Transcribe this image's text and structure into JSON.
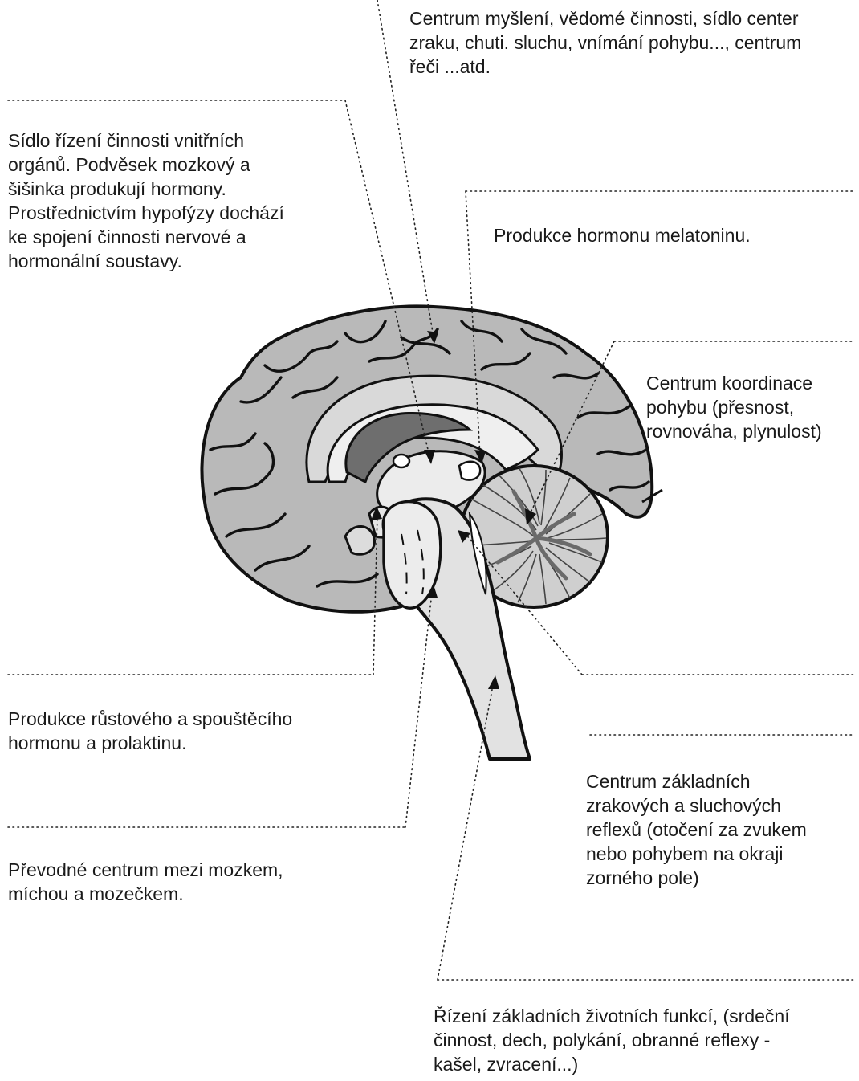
{
  "labels": {
    "cortex": "Centrum myšlení, vědomé činnosti, sídlo center\nzraku, chuti. sluchu, vnímání pohybu..., centrum\nřeči ...atd.",
    "hypothalamus": "Sídlo řízení činnosti vnitřních\norgánů. Podvěsek mozkový a\nšišinka produkují hormony.\nProstřednictvím hypofýzy dochází\nke spojení činnosti nervové a\nhormonální soustavy.",
    "pineal": "Produkce hormonu melatoninu.",
    "cerebellum": "Centrum koordinace\npohybu (přesnost,\nrovnováha, plynulost)",
    "pituitary": "Produkce růstového a spouštěcího\nhormonu a prolaktinu.",
    "midbrain": "Centrum základních\nzrakových a sluchových\nreflexů (otočení za zvukem\nnebo pohybem na okraji\nzorného pole)",
    "pons": "Převodné centrum mezi mozkem,\nmíchou a mozečkem.",
    "medulla": "Řízení základních životních funkcí, (srdeční\nčinnost, dech, polykání, obranné reflexy -\nkašel, zvracení...)"
  },
  "colors": {
    "cortex_fill": "#b9b9b9",
    "inner_fill": "#d9d9d9",
    "ventricle_fill": "#6e6e6e",
    "cerebellum_fill": "#cfcfcf",
    "stem_fill": "#e2e2e2",
    "outline": "#111111"
  }
}
